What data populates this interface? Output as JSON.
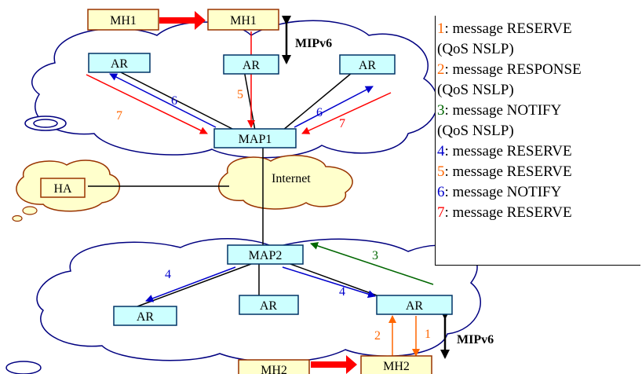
{
  "nodes": {
    "mh1_old": "MH1",
    "mh1_new": "MH1",
    "ar_top_left": "AR",
    "ar_top_mid": "AR",
    "ar_top_right": "AR",
    "map1": "MAP1",
    "ha": "HA",
    "internet": "Internet",
    "map2": "MAP2",
    "ar_bot_left": "AR",
    "ar_bot_mid": "AR",
    "ar_bot_right": "AR",
    "mh2_old": "MH2",
    "mh2_new": "MH2"
  },
  "labels": {
    "mipv6_top": "MIPv6",
    "mipv6_bottom": "MIPv6"
  },
  "arrow_numbers": {
    "a5": "5",
    "a6_left": "6",
    "a7_left": "7",
    "a6_right": "6",
    "a7_right": "7",
    "a3": "3",
    "a4_left": "4",
    "a4_right": "4",
    "a2": "2",
    "a1": "1"
  },
  "colors": {
    "node_fill_mh": "#ffffcc",
    "node_stroke_mh": "#993300",
    "node_fill_ar": "#ccffff",
    "node_stroke_ar": "#003366",
    "red": "#ff0000",
    "orange": "#ff6600",
    "green": "#006600",
    "blue": "#0000cc",
    "cloud_stroke": "#000080",
    "internet_fill": "#ffffcc",
    "internet_stroke": "#993300"
  },
  "legend": {
    "items": [
      {
        "num": "1",
        "text": ": message RESERVE",
        "color": "#ff6600"
      },
      {
        "num": "",
        "text": "(QoS NSLP)",
        "color": "#000000"
      },
      {
        "num": "2",
        "text": ": message RESPONSE",
        "color": "#ff6600"
      },
      {
        "num": "",
        "text": "(QoS NSLP)",
        "color": "#000000"
      },
      {
        "num": "3",
        "text": ": message NOTIFY",
        "color": "#006600"
      },
      {
        "num": "",
        "text": "(QoS NSLP)",
        "color": "#000000"
      },
      {
        "num": "4",
        "text": ": message RESERVE",
        "color": "#0000cc"
      },
      {
        "num": "5",
        "text": ": message RESERVE",
        "color": "#ff6600"
      },
      {
        "num": "6",
        "text": ": message NOTIFY",
        "color": "#0000cc"
      },
      {
        "num": "7",
        "text": ": message RESERVE",
        "color": "#ff0000"
      }
    ]
  }
}
